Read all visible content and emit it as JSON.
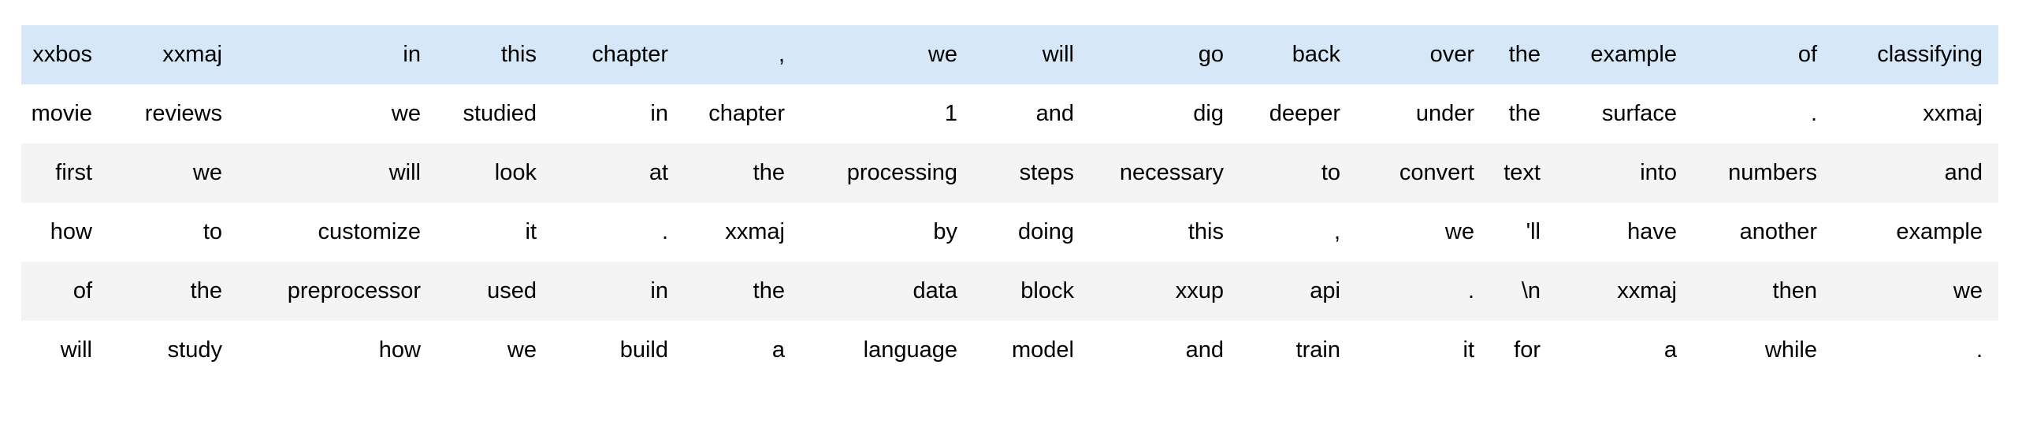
{
  "table": {
    "description": "tokenized-text-batch",
    "num_columns": 15,
    "colors": {
      "highlight_row_bg": "#d6e8f7",
      "stripe_row_bg": "#f4f4f4",
      "text": "#000000"
    },
    "rows": [
      {
        "highlight": true,
        "cells": [
          "xxbos",
          "xxmaj",
          "in",
          "this",
          "chapter",
          ",",
          "we",
          "will",
          "go",
          "back",
          "over",
          "the",
          "example",
          "of",
          "classifying"
        ]
      },
      {
        "highlight": false,
        "cells": [
          "movie",
          "reviews",
          "we",
          "studied",
          "in",
          "chapter",
          "1",
          "and",
          "dig",
          "deeper",
          "under",
          "the",
          "surface",
          ".",
          "xxmaj"
        ]
      },
      {
        "highlight": false,
        "cells": [
          "first",
          "we",
          "will",
          "look",
          "at",
          "the",
          "processing",
          "steps",
          "necessary",
          "to",
          "convert",
          "text",
          "into",
          "numbers",
          "and"
        ]
      },
      {
        "highlight": false,
        "cells": [
          "how",
          "to",
          "customize",
          "it",
          ".",
          "xxmaj",
          "by",
          "doing",
          "this",
          ",",
          "we",
          "'ll",
          "have",
          "another",
          "example"
        ]
      },
      {
        "highlight": false,
        "cells": [
          "of",
          "the",
          "preprocessor",
          "used",
          "in",
          "the",
          "data",
          "block",
          "xxup",
          "api",
          ".",
          "\\n",
          "xxmaj",
          "then",
          "we"
        ]
      },
      {
        "highlight": false,
        "cells": [
          "will",
          "study",
          "how",
          "we",
          "build",
          "a",
          "language",
          "model",
          "and",
          "train",
          "it",
          "for",
          "a",
          "while",
          "."
        ]
      }
    ]
  }
}
